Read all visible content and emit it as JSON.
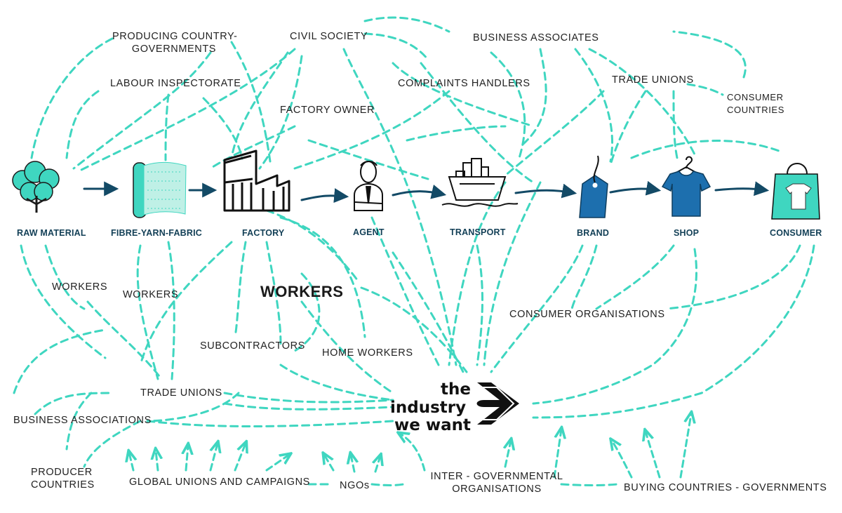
{
  "stages": {
    "raw_material": "RAW MATERIAL",
    "fibre": "FIBRE-YARN-FABRIC",
    "factory": "FACTORY",
    "agent": "AGENT",
    "transport": "TRANSPORT",
    "brand": "BRAND",
    "shop": "SHOP",
    "consumer": "CONSUMER"
  },
  "actors": {
    "producing_country_governments_1": "PRODUCING COUNTRY-",
    "producing_country_governments_2": "GOVERNMENTS",
    "civil_society": "CIVIL SOCIETY",
    "business_associates": "BUSINESS ASSOCIATES",
    "labour_inspectorate": "LABOUR INSPECTORATE",
    "complaints_handlers": "COMPLAINTS HANDLERS",
    "trade_unions_top": "TRADE UNIONS",
    "consumer_countries_1": "CONSUMER",
    "consumer_countries_2": "COUNTRIES",
    "factory_owner": "FACTORY OWNER",
    "workers_1": "WORKERS",
    "workers_2": "WORKERS",
    "workers_main": "WORKERS",
    "consumer_organisations": "CONSUMER ORGANISATIONS",
    "subcontractors": "SUBCONTRACTORS",
    "home_workers": "HOME WORKERS",
    "trade_unions_bottom": "TRADE UNIONS",
    "business_associations": "BUSINESS ASSOCIATIONS",
    "producer_countries_1": "PRODUCER",
    "producer_countries_2": "COUNTRIES",
    "global_unions": "GLOBAL UNIONS AND CAMPAIGNS",
    "ngos": "NGOs",
    "inter_gov_1": "INTER - GOVERNMENTAL",
    "inter_gov_2": "ORGANISATIONS",
    "buying_countries": "BUYING COUNTRIES - GOVERNMENTS"
  },
  "logo": {
    "line1": "the",
    "line2": "industry",
    "line3": "we want"
  },
  "colors": {
    "teal": "#3fd6c0",
    "navy": "#134a66",
    "blue": "#1d6fae"
  },
  "icons": [
    "cotton-plant-icon",
    "fabric-roll-icon",
    "factory-building-icon",
    "agent-person-icon",
    "ship-icon",
    "price-tag-icon",
    "tshirt-hanger-icon",
    "shopping-bag-icon",
    "arrow-logo-icon"
  ]
}
